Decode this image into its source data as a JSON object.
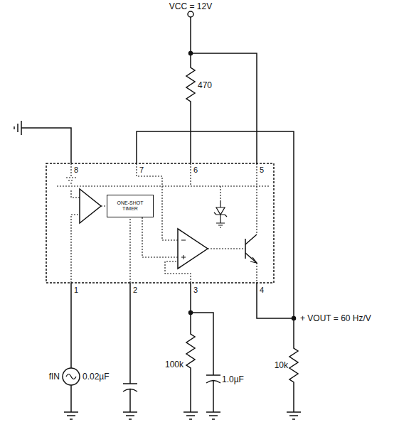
{
  "diagram": {
    "nodes": [
      {
        "text": [
          "ONE-SHOT TIMER"
        ]
      }
    ],
    "labels": [
      "VCC = 12V",
      "470",
      "8",
      "7",
      "6",
      "5",
      "1",
      "2",
      "3",
      "4",
      "fIN",
      "0.02µF",
      "100k",
      "1.0µF",
      "10k",
      "+ VOUT = 60 Hz/V"
    ]
  }
}
